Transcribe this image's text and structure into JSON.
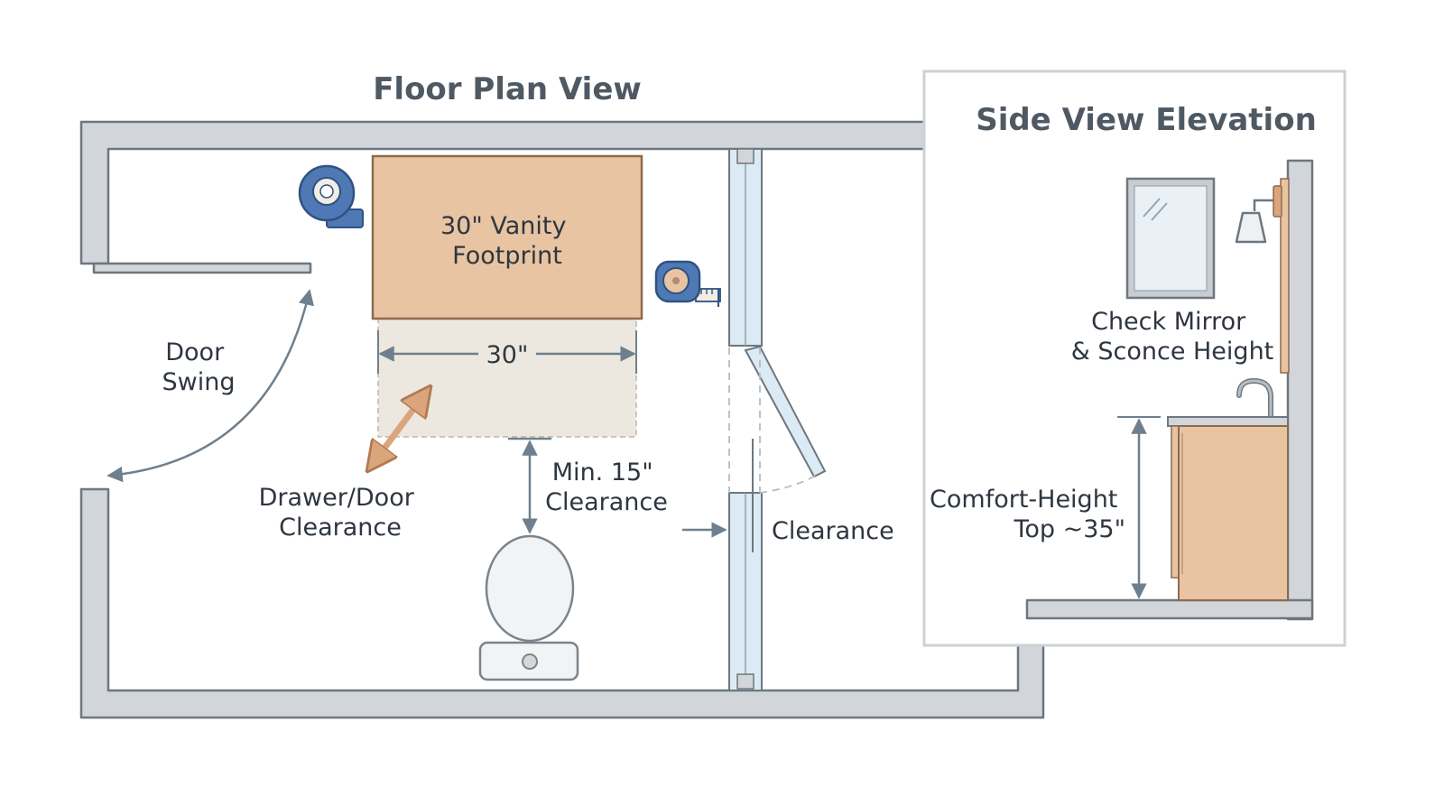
{
  "floor_plan": {
    "title": "Floor Plan View",
    "vanity_label": [
      "30\" Vanity",
      "Footprint"
    ],
    "width_dimension": "30\"",
    "door_swing_label": [
      "Door",
      "Swing"
    ],
    "drawer_clearance_label": [
      "Drawer/Door",
      "Clearance"
    ],
    "toilet_clearance_label": [
      "Min. 15\"",
      "Clearance"
    ],
    "shower_clearance_label": "Clearance"
  },
  "side_view": {
    "title": "Side View Elevation",
    "mirror_label": [
      "Check Mirror",
      "& Sconce Height"
    ],
    "height_label": [
      "Comfort-Height",
      "Top ~35\""
    ]
  },
  "colors": {
    "wall_fill": "#d2d6da",
    "wall_stroke": "#6d7780",
    "vanity_fill": "#e8c4a2",
    "vanity_stroke": "#8d6a4e",
    "clearance_zone": "#ece8df",
    "glass": "#dceaf3",
    "tape_blue": "#4f79b4",
    "accent_orange": "#dba57c",
    "arrow": "#6f7f8d"
  },
  "icons": [
    "tape-roll-icon",
    "tape-measure-icon",
    "toilet-icon",
    "mirror-icon",
    "sconce-icon",
    "faucet-icon"
  ]
}
